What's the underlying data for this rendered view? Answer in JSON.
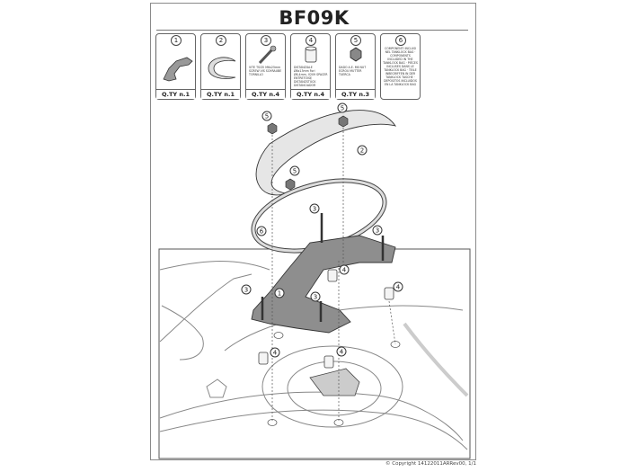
{
  "document": {
    "title": "BF09K",
    "copyright": "© Copyright 14122011ARRev00, 1/1"
  },
  "parts": [
    {
      "number": "1",
      "qty": "Q.TY n.1",
      "description": ""
    },
    {
      "number": "2",
      "qty": "Q.TY n.1",
      "description": ""
    },
    {
      "number": "3",
      "qty": "Q.TY n.4",
      "description": "VITE TSCEI M6x25mm SCREW VIS SCHRAUBE TORNILLO"
    },
    {
      "number": "4",
      "qty": "Q.TY n.4",
      "description": "DISTANZIALE Ø8x13mm Fori Ø6,4mm, V209 SPACER ENTRETOISE DISTANZSTÜCK DISTANCIADOR"
    },
    {
      "number": "5",
      "qty": "Q.TY n.3",
      "description": "DADO A.E. M6 NUT ECROU MUTTER TUERCA"
    },
    {
      "number": "6",
      "qty": "",
      "description": "COMPONENTI INCLUSI NEL TANKLOCK BAG · COMPONENTS INCLUDED IN THE TANKLOCK BAG · PIÈCES INCLUSES DANS LE TANKLOCK BAG · TEILE INBEGRIFFEN IN DER TANKLOCK TASCHE · DEPÓSITOS INCLUIDOS EN LA TANKLOCK BAG"
    }
  ],
  "callouts": {
    "one": "1",
    "two": "2",
    "three": "3",
    "four": "4",
    "five": "5",
    "six": "6"
  }
}
